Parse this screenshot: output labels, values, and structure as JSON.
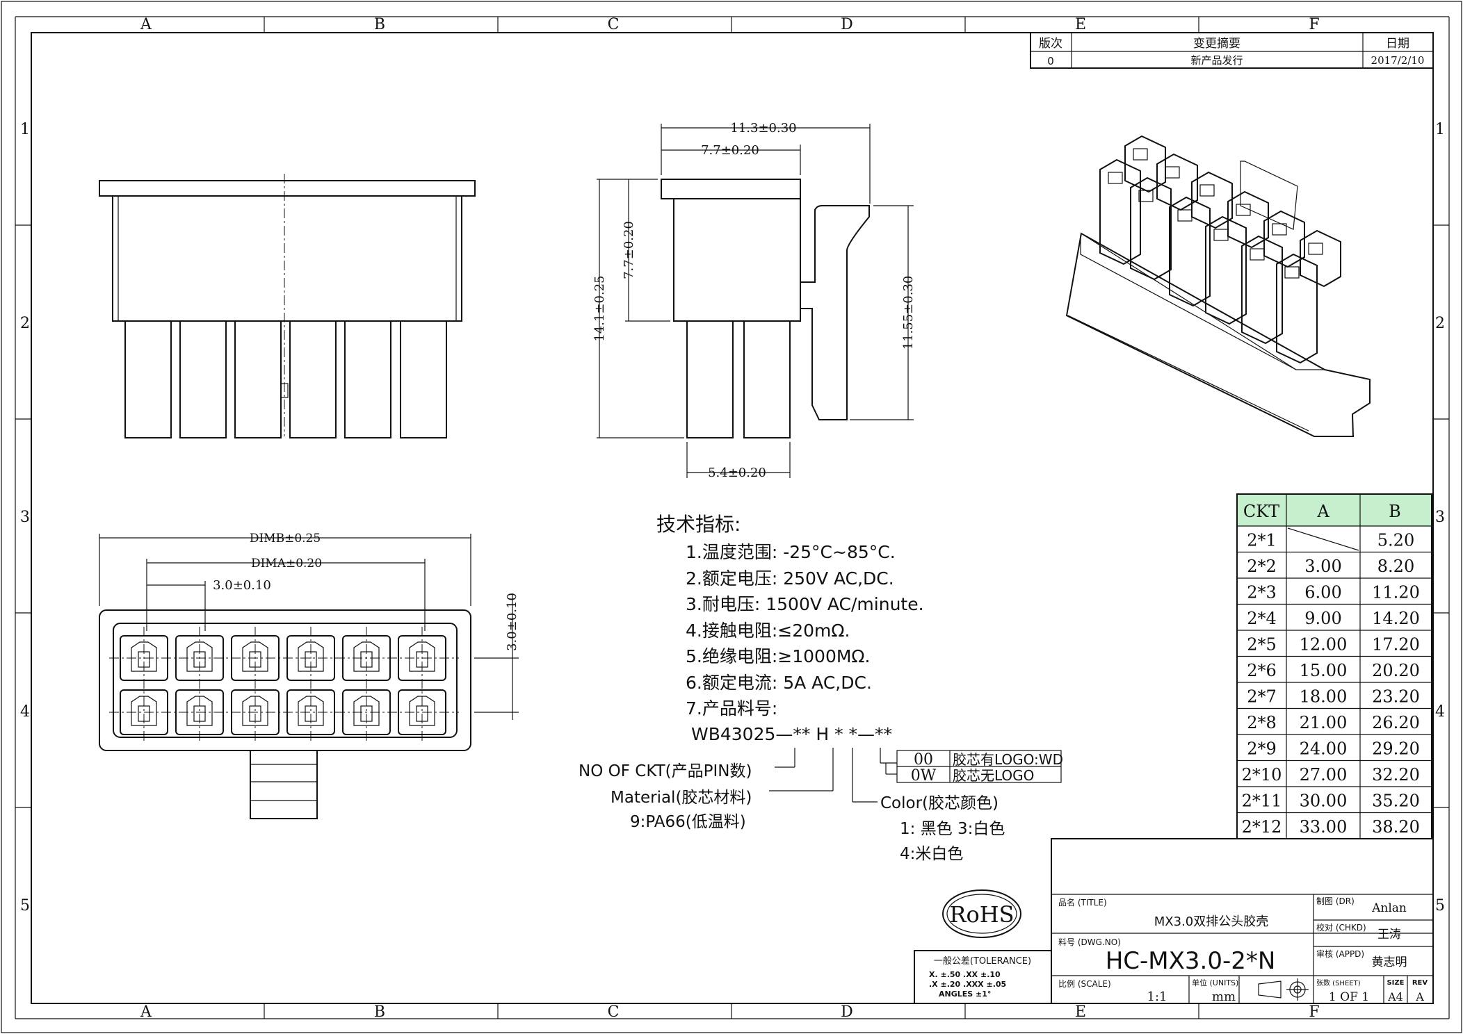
{
  "border": {
    "columns": [
      "A",
      "B",
      "C",
      "D",
      "E",
      "F"
    ],
    "rows": [
      "1",
      "2",
      "3",
      "4",
      "5"
    ]
  },
  "revision_block": {
    "headers": {
      "rev": "版次",
      "summary": "变更摘要",
      "date": "日期"
    },
    "row": {
      "rev": "0",
      "summary": "新产品发行",
      "date": "2017/2/10"
    }
  },
  "dimensions": {
    "side_total_width": "11.3±0.30",
    "side_body_width": "7.7±0.20",
    "side_total_height": "14.1±0.25",
    "side_body_height": "7.7±0.20",
    "side_latch_height": "11.55±0.30",
    "side_pin_span": "5.4±0.20",
    "bottom_dimb": "DIMB±0.25",
    "bottom_dima": "DIMA±0.20",
    "bottom_pitch": "3.0±0.10",
    "bottom_row_pitch": "3.0±0.10"
  },
  "specs": {
    "heading": "技术指标:",
    "items": [
      "1.温度范围: -25°C~85°C.",
      "2.额定电压: 250V AC,DC.",
      "3.耐电压: 1500V AC/minute.",
      "4.接触电阻:≤20mΩ.",
      "5.绝缘电阻:≥1000MΩ.",
      "6.额定电流: 5A AC,DC.",
      "7.产品料号:"
    ],
    "part_number": "WB43025—** H * *—**",
    "logo_options": [
      {
        "code": "00",
        "desc": "胶芯有LOGO:WD"
      },
      {
        "code": "0W",
        "desc": "胶芯无LOGO"
      }
    ],
    "ckt_label": "NO OF CKT(产品PIN数)",
    "material_label": "Material(胶芯材料)",
    "material_value": "9:PA66(低温料)",
    "color_label": "Color(胶芯颜色)",
    "color_line1": "1: 黑色 3:白色",
    "color_line2": "4:米白色"
  },
  "ckt_table": {
    "headers": [
      "CKT",
      "A",
      "B"
    ],
    "header_color": "#c6efce",
    "rows": [
      [
        "2*1",
        "",
        "5.20"
      ],
      [
        "2*2",
        "3.00",
        "8.20"
      ],
      [
        "2*3",
        "6.00",
        "11.20"
      ],
      [
        "2*4",
        "9.00",
        "14.20"
      ],
      [
        "2*5",
        "12.00",
        "17.20"
      ],
      [
        "2*6",
        "15.00",
        "20.20"
      ],
      [
        "2*7",
        "18.00",
        "23.20"
      ],
      [
        "2*8",
        "21.00",
        "26.20"
      ],
      [
        "2*9",
        "24.00",
        "29.20"
      ],
      [
        "2*10",
        "27.00",
        "32.20"
      ],
      [
        "2*11",
        "30.00",
        "35.20"
      ],
      [
        "2*12",
        "33.00",
        "38.20"
      ]
    ]
  },
  "rohs": "RoHS",
  "tolerance": {
    "title": "一般公差(TOLERANCE)",
    "line1": "X. ±.50    .XX ±.10",
    "line2": ".X ±.20   .XXX ±.05",
    "line3": "ANGLES    ±1°"
  },
  "title_block": {
    "title_label": "品名 (TITLE)",
    "title": "MX3.0双排公头胶壳",
    "dwg_label": "料号 (DWG.NO)",
    "dwg_no": "HC-MX3.0-2*N",
    "scale_label": "比例 (SCALE)",
    "scale": "1:1",
    "units_label": "单位 (UNITS)",
    "units": "mm",
    "dr_label": "制图 (DR)",
    "dr": "Anlan",
    "chkd_label": "校对 (CHKD)",
    "chkd": "王涛",
    "appd_label": "审核 (APPD)",
    "appd": "黄志明",
    "sheet_label": "张数 (SHEET)",
    "sheet": "1 OF 1",
    "size_label": "SIZE",
    "size": "A4",
    "rev_label": "REV",
    "rev": "A"
  }
}
